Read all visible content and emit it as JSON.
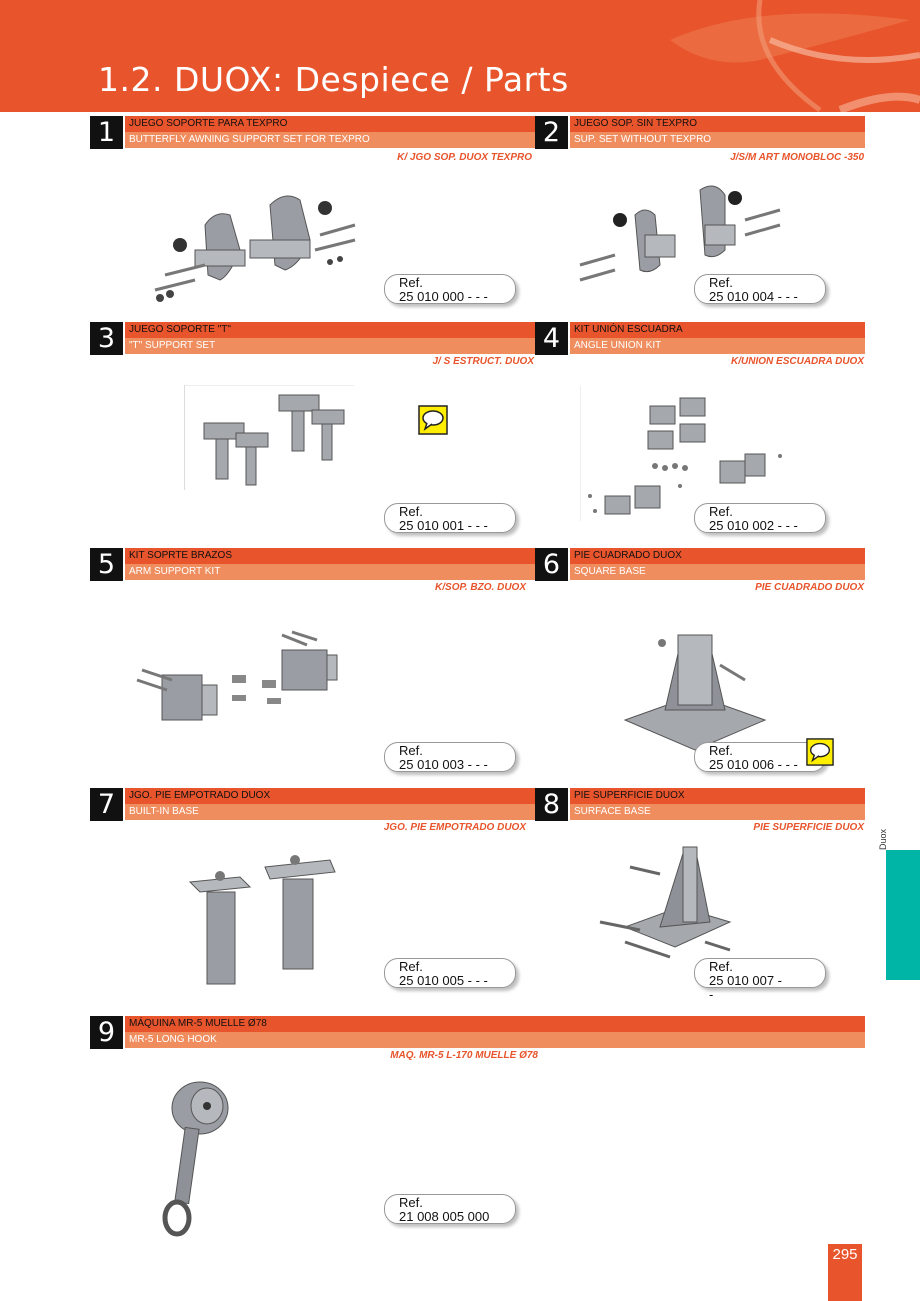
{
  "header": {
    "title": "1.2. DUOX: Despiece / Parts"
  },
  "sections": [
    {
      "num": "1",
      "es": "JUEGO SOPORTE PARA TEXPRO",
      "en": "BUTTERFLY AWNING SUPPORT SET FOR TEXPRO",
      "code": "K/ JGO SOP. DUOX TEXPRO",
      "ref_label": "Ref.",
      "ref_value": "25 010 000 - - -"
    },
    {
      "num": "2",
      "es": "JUEGO SOP. SIN TEXPRO",
      "en": "SUP. SET WITHOUT TEXPRO",
      "code": "J/S/M ART MONOBLOC -350",
      "ref_label": "Ref.",
      "ref_value": "25 010 004 - - -"
    },
    {
      "num": "3",
      "es": "JUEGO SOPORTE \"T\"",
      "en": "\"T\" SUPPORT SET",
      "code": "J/ S ESTRUCT. DUOX",
      "ref_label": "Ref.",
      "ref_value": "25 010 001 - - -"
    },
    {
      "num": "4",
      "es": "KIT UNIÓN ESCUADRA",
      "en": "ANGLE UNION KIT",
      "code": "K/UNION ESCUADRA DUOX",
      "ref_label": "Ref.",
      "ref_value": "25 010 002 - - -"
    },
    {
      "num": "5",
      "es": "KIT SOPRTE BRAZOS",
      "en": "ARM SUPPORT KIT",
      "code": "K/SOP. BZO. DUOX",
      "ref_label": "Ref.",
      "ref_value": "25 010 003 - - -"
    },
    {
      "num": "6",
      "es": "PIE CUADRADO DUOX",
      "en": "SQUARE BASE",
      "code": "PIE CUADRADO DUOX",
      "ref_label": "Ref.",
      "ref_value": "25 010 006 - - -"
    },
    {
      "num": "7",
      "es": "JGO. PIE EMPOTRADO DUOX",
      "en": "BUILT-IN BASE",
      "code": "JGO. PIE EMPOTRADO DUOX",
      "ref_label": "Ref.",
      "ref_value": "25 010 005  - - -"
    },
    {
      "num": "8",
      "es": "PIE SUPERFICIE DUOX",
      "en": "SURFACE BASE",
      "code": "PIE SUPERFICIE DUOX",
      "ref_label": "Ref.",
      "ref_value": "25 010 007  -",
      "ref_value2": "-"
    },
    {
      "num": "9",
      "es": "MÁQUINA MR-5 MUELLE Ø78",
      "en": "MR-5 LONG HOOK",
      "code": "MAQ. MR-5 L-170 MUELLE Ø78",
      "ref_label": "Ref.",
      "ref_value": "21 008 005 000"
    }
  ],
  "side_tab": {
    "label": "Duox"
  },
  "footer": {
    "page_number": "295"
  },
  "colors": {
    "accent": "#e8542c",
    "accent_light": "#ef8d5f",
    "tab": "#00b5a5",
    "comment": "#ffee00"
  }
}
